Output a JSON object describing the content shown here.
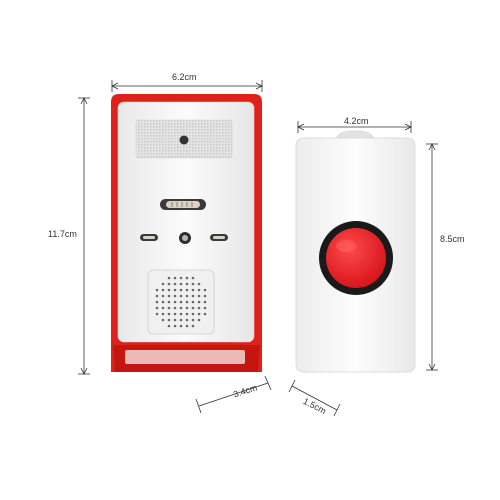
{
  "receiver": {
    "width_label": "6.2cm",
    "height_label": "11.7cm",
    "depth_label": "3.4cm",
    "body_color": "#f4f4f4",
    "frame_color": "#e0201a"
  },
  "transmitter": {
    "width_label": "4.2cm",
    "height_label": "8.5cm",
    "depth_label": "1.5cm",
    "body_color": "#f6f6f6",
    "button_color": "#e61b22",
    "button_ring_color": "#1a1a1a"
  }
}
